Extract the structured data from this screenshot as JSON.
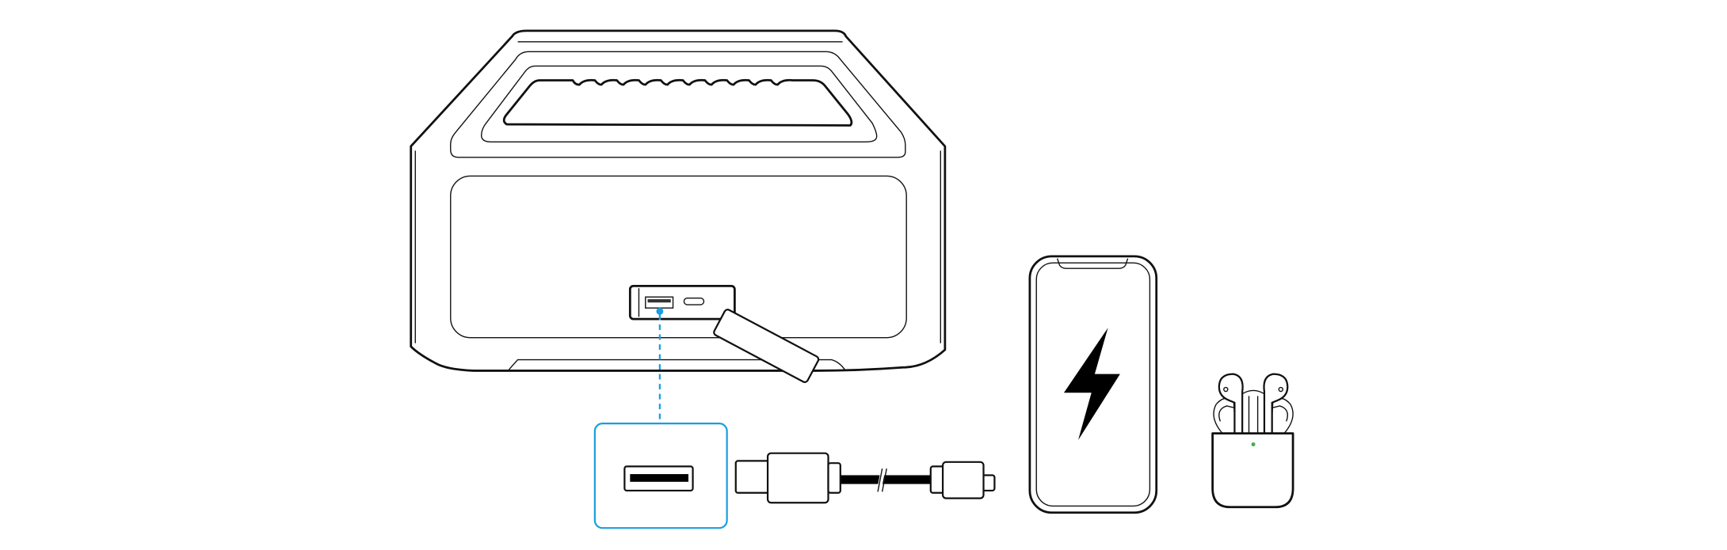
{
  "colors": {
    "line": "#111111",
    "accent_blue": "#1a9ee0",
    "led_green": "#3cb44a",
    "background": "#ffffff"
  },
  "icons": [
    "speaker",
    "usb-a-port",
    "usb-c-port",
    "usb-cable",
    "smartphone",
    "lightning-bolt",
    "earbuds-case"
  ]
}
